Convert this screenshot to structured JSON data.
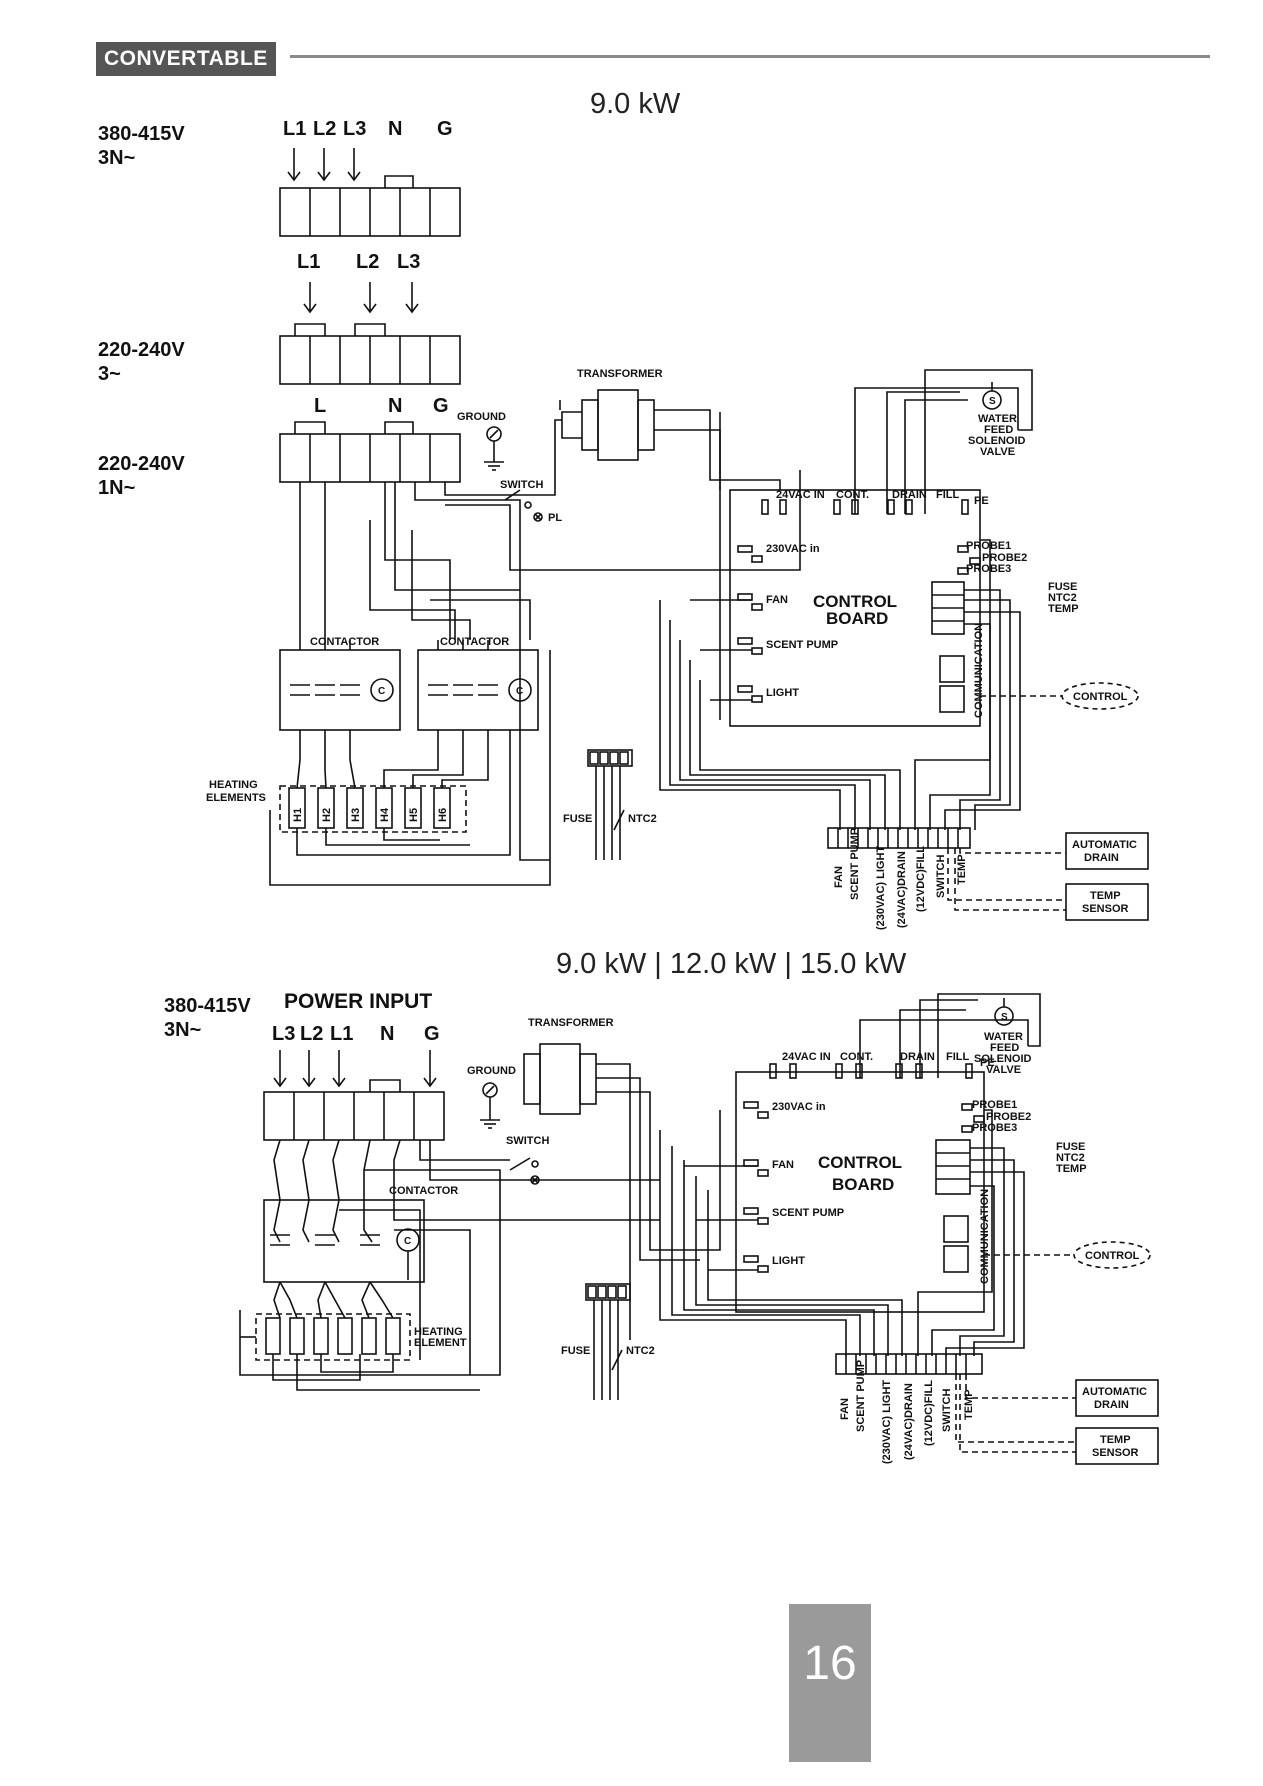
{
  "section_tag": "CONVERTABLE",
  "page_number": "16",
  "diagram1": {
    "title": "9.0 kW",
    "supply_top": [
      "380-415V",
      "3N~"
    ],
    "supply_mid": [
      "220-240V",
      "3~"
    ],
    "supply_bot": [
      "220-240V",
      "1N~"
    ],
    "top_terms": [
      "L1",
      "L2",
      "L3",
      "N",
      "G"
    ],
    "mid_terms": [
      "L1",
      "L2",
      "L3"
    ],
    "bot_terms": [
      "L",
      "N",
      "G"
    ],
    "ground": "GROUND",
    "switch": "SWITCH",
    "pl": "PL",
    "transformer": "TRANSFORMER",
    "contactor": "CONTACTOR",
    "coil": "C",
    "heating_label": [
      "HEATING",
      "ELEMENTS"
    ],
    "heaters": [
      "H1",
      "H2",
      "H3",
      "H4",
      "H5",
      "H6"
    ],
    "fuse": "FUSE",
    "ntc2": "NTC2",
    "board_ports_top": [
      "24VAC IN",
      "CONT.",
      "DRAIN",
      "FILL",
      "PE"
    ],
    "vac230": "230VAC in",
    "fan": "FAN",
    "scent_pump": "SCENT PUMP",
    "light": "LIGHT",
    "board": [
      "CONTROL",
      "BOARD"
    ],
    "probes": [
      "PROBE1",
      "PROBE2",
      "PROBE3"
    ],
    "fuse_ntc_temp": [
      "FUSE",
      "NTC2",
      "TEMP"
    ],
    "communication": "COMMUNICATION",
    "control": "CONTROL",
    "water_feed": [
      "WATER",
      "FEED",
      "SOLENOID",
      "VALVE"
    ],
    "solenoid_symbol": "S",
    "bottom_labels": [
      "FAN",
      "SCENT PUMP",
      "(230VAC) LIGHT",
      "(24VAC)DRAIN",
      "(12VDC)FILL",
      "SWITCH",
      "TEMP"
    ],
    "automatic_drain": [
      "AUTOMATIC",
      "DRAIN"
    ],
    "temp_sensor": [
      "TEMP",
      "SENSOR"
    ]
  },
  "diagram2": {
    "title": "9.0 kW | 12.0 kW | 15.0 kW",
    "supply": [
      "380-415V",
      "3N~"
    ],
    "power_input": "POWER INPUT",
    "terms": [
      "L3",
      "L2",
      "L1",
      "N",
      "G"
    ],
    "ground": "GROUND",
    "switch": "SWITCH",
    "transformer": "TRANSFORMER",
    "contactor": "CONTACTOR",
    "coil": "C",
    "heating_label": [
      "HEATING",
      "ELEMENT"
    ],
    "fuse": "FUSE",
    "ntc2": "NTC2",
    "board_ports_top": [
      "24VAC IN",
      "CONT.",
      "DRAIN",
      "FILL",
      "PE"
    ],
    "vac230": "230VAC in",
    "fan": "FAN",
    "scent_pump": "SCENT PUMP",
    "light": "LIGHT",
    "board": [
      "CONTROL",
      "BOARD"
    ],
    "probes": [
      "PROBE1",
      "PROBE2",
      "PROBE3"
    ],
    "fuse_ntc_temp": [
      "FUSE",
      "NTC2",
      "TEMP"
    ],
    "communication": "COMMUNICATION",
    "control": "CONTROL",
    "water_feed": [
      "WATER",
      "FEED",
      "SOLENOID",
      "VALVE"
    ],
    "solenoid_symbol": "S",
    "bottom_labels": [
      "FAN",
      "SCENT PUMP",
      "(230VAC) LIGHT",
      "(24VAC)DRAIN",
      "(12VDC)FILL",
      "SWITCH",
      "TEMP"
    ],
    "automatic_drain": [
      "AUTOMATIC",
      "DRAIN"
    ],
    "temp_sensor": [
      "TEMP",
      "SENSOR"
    ]
  }
}
